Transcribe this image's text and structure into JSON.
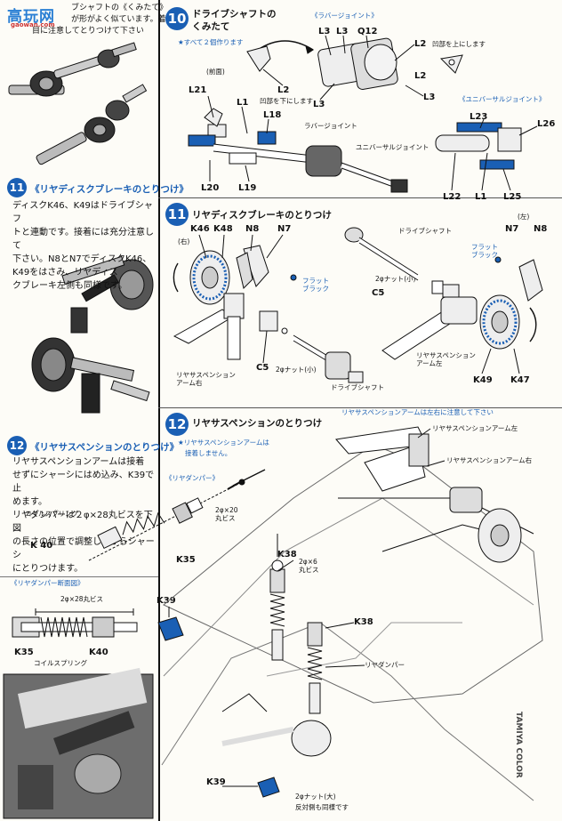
{
  "watermark": {
    "logo_text": "高玩网",
    "site": "gaowan.com"
  },
  "left_column": {
    "top_partial": "ブシャフトの《くみたて》",
    "top_partial_2": "が形がよく似ています。着",
    "top_partial_3": "目に注意してとりつけて下さい",
    "step11": {
      "number": "11",
      "title": "《リヤディスクブレーキのとりつけ》",
      "body": [
        "ディスクK46、K49はドライブシャフ",
        "トと連動です。接着には充分注意して",
        "下さい。N8とN7でディスクK46、",
        "K49をはさみ、リヤディス",
        "クブレーキ左側も同様です。"
      ]
    },
    "step12": {
      "number": "12",
      "title": "《リヤサスペンションのとりつけ》",
      "body": [
        "リヤサスペンションアームは接着",
        "せずにシャーシにはめ込み、K39で止",
        "めます。",
        "リヤダンパーは２φ×28丸ビスを下図",
        "の長さの位置で調整してからシャーシ",
        "にとりつけます。"
      ]
    },
    "damper_detail": {
      "title": "《リヤダンパー断面図》",
      "screw": "2φ×28丸ビス",
      "spring": "コイルスプリング",
      "k35": "K35",
      "k40": "K40"
    },
    "damper_parts": {
      "title": "《リヤダンパー》",
      "spring": "コイルスプリング",
      "k40": "K 40",
      "k35": "K35",
      "screw": "2φ×20\n丸ビス"
    }
  },
  "step10": {
    "number": "10",
    "title_line1": "ドライブシャフトの",
    "title_line2": "くみたて",
    "note": "★すべて２個作ります",
    "rubber_joint_heading": "《ラバージョイント》",
    "universal_joint_heading": "《ユニバーサルジョイント》",
    "labels": {
      "l3a": "L3",
      "l3b": "L3",
      "q12": "Q12",
      "l2a": "L2",
      "l2b": "L2",
      "l2note": "凹部を上にします",
      "front": "(前面)",
      "l3c": "L3",
      "l3d": "L3",
      "l2c": "L2",
      "l2bottom": "凹部を下にします",
      "l21": "L21",
      "l1": "L1",
      "l18": "L18",
      "rubberjoint": "ラバージョイント",
      "universaljoint": "ユニバーサルジョイント",
      "l20": "L20",
      "l19": "L19",
      "l23": "L23",
      "l26": "L26",
      "l22": "L22",
      "l1b": "L1",
      "l25": "L25"
    }
  },
  "step11": {
    "number": "11",
    "title": "リヤディスクブレーキのとりつけ",
    "labels": {
      "right": "(右)",
      "left": "(左)",
      "k46": "K46",
      "k48": "K48",
      "n8": "N8",
      "n7": "N7",
      "flat_block": "フラット\nブラック",
      "c5": "C5",
      "nut2": "2φナット(小)",
      "drive_shaft": "ドライブシャフト",
      "susp_arm_right": "リヤサスペンション\nアーム右",
      "susp_arm_left": "リヤサスペンション\nアーム左",
      "n7b": "N7",
      "n8b": "N8",
      "flat_block_b": "フラット\nブラック",
      "drive_shaft_b": "ドライブシャフト",
      "nut2b": "2φナット(小)",
      "c5b": "C5",
      "k49": "K49",
      "k47": "K47"
    }
  },
  "step12": {
    "number": "12",
    "title": "リヤサスペンションのとりつけ",
    "note_line1": "★リヤサスペンションアームは",
    "note_line2": "接着しません。",
    "top_note": "リヤサスペンションアームは左右に注意して下さい",
    "labels": {
      "arm_left": "リヤサスペンションアーム左",
      "arm_right": "リヤサスペンションアーム右",
      "k38a": "K38",
      "screw6": "2φ×6\n丸ビス",
      "k38b": "K38",
      "k39a": "K39",
      "damper": "リヤダンパー",
      "k39b": "K39",
      "nut_large": "2φナット(大)",
      "nut_note": "反対側も同様です",
      "tamiya": "TAMIYA COLOR"
    }
  }
}
